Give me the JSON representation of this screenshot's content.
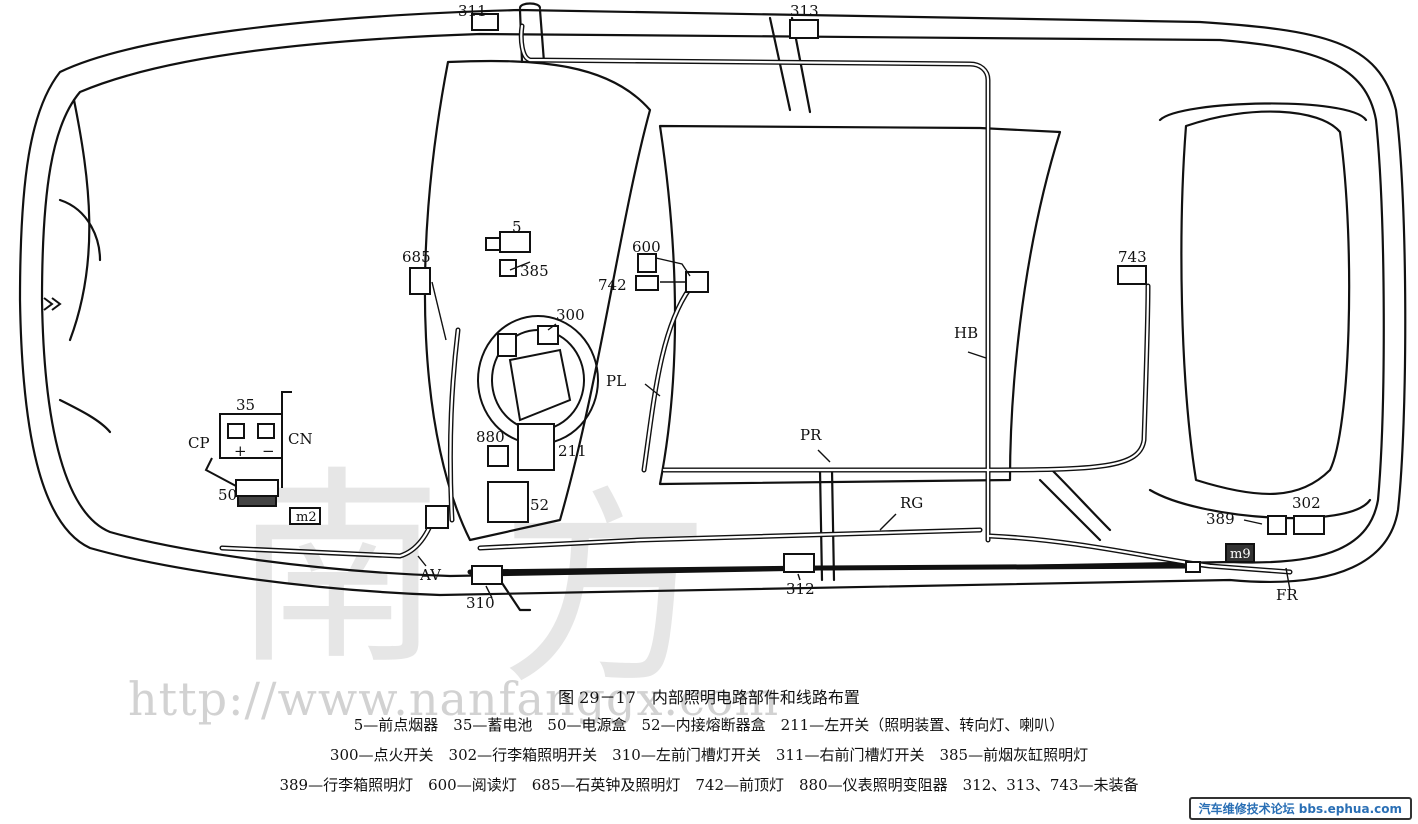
{
  "watermark": {
    "url": "http://www.nanfanggx.com",
    "char1": "南",
    "char2": "方"
  },
  "labels": {
    "l311": "311",
    "l313": "313",
    "l5": "5",
    "l385": "385",
    "l685": "685",
    "l300": "300",
    "l600": "600",
    "l742": "742",
    "l743": "743",
    "l35": "35",
    "lCP": "CP",
    "lCN": "CN",
    "l50": "50",
    "lm2": "m2",
    "l880": "880",
    "l211": "211",
    "l52": "52",
    "lAV": "AV",
    "l310": "310",
    "l312": "312",
    "lPL": "PL",
    "lPR": "PR",
    "lHB": "HB",
    "lRG": "RG",
    "l389": "389",
    "l302": "302",
    "lFR": "FR",
    "lm9": "m9",
    "plus": "+",
    "minus": "−"
  },
  "caption": {
    "title": "图 29－17　内部照明电路部件和线路布置",
    "line1": "5—前点烟器　35—蓄电池　50—电源盒　52—内接熔断器盒　211—左开关（照明装置、转向灯、喇叭）",
    "line2": "300—点火开关　302—行李箱照明开关　310—左前门槽灯开关　311—右前门槽灯开关　385—前烟灰缸照明灯",
    "line3": "389—行李箱照明灯　600—阅读灯　685—石英钟及照明灯　742—前顶灯　880—仪表照明变阻器　312、313、743—未装备"
  },
  "footer": {
    "badge": "汽车维修技术论坛 bbs.ephua.com"
  }
}
